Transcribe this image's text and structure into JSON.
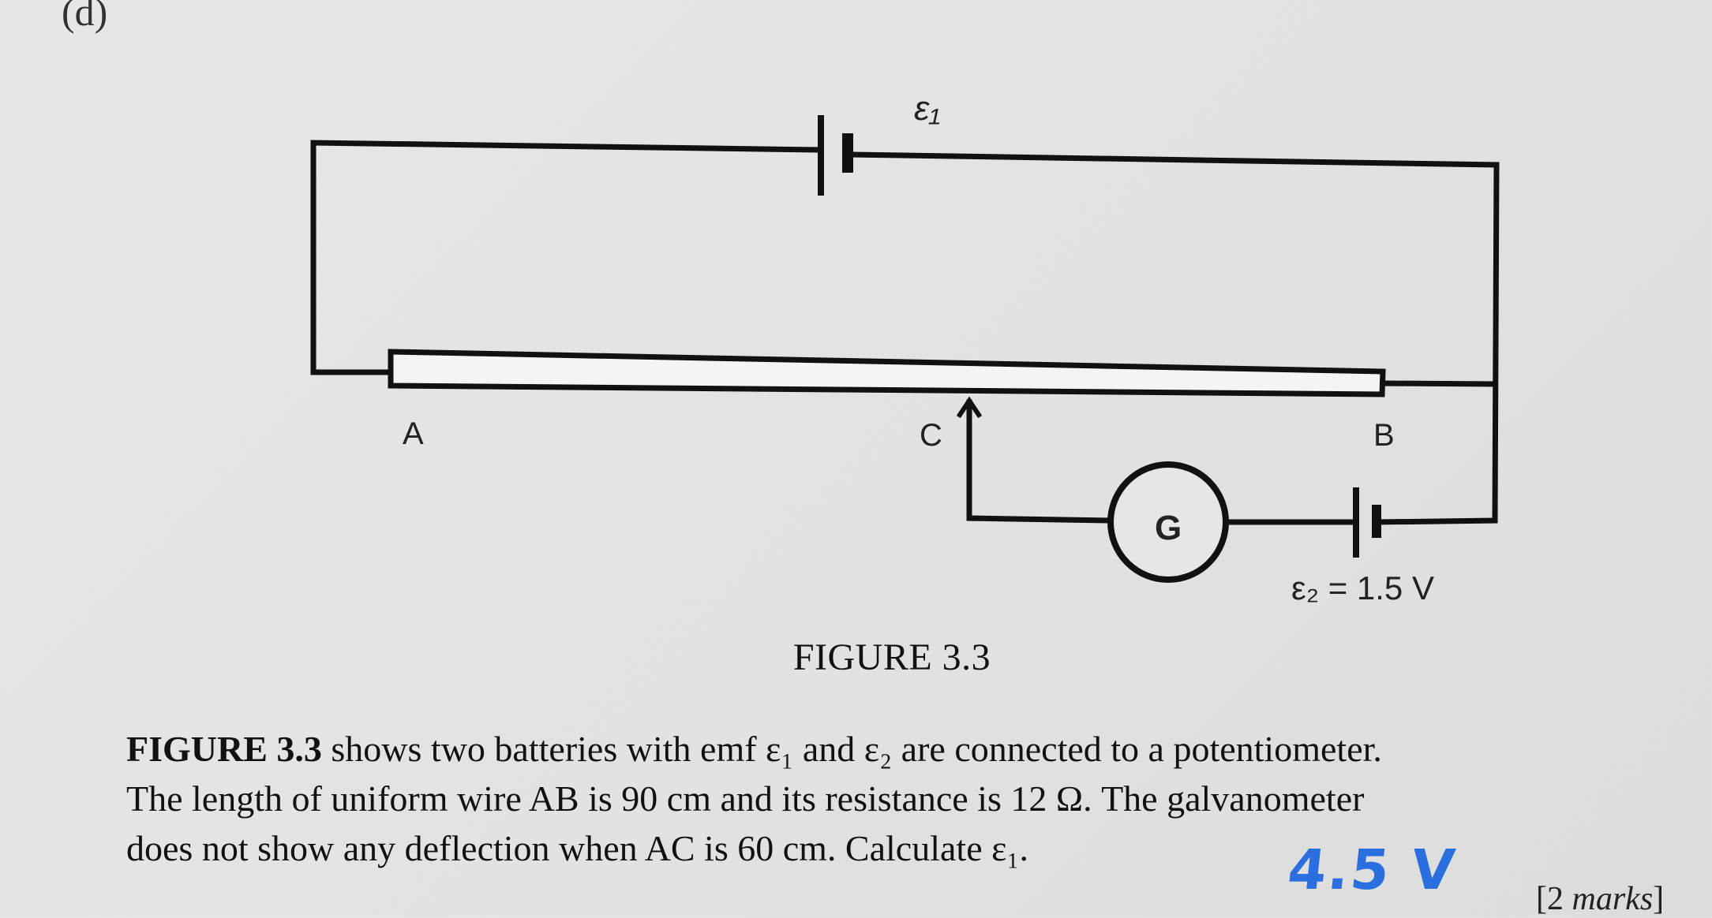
{
  "part_label": "(d)",
  "circuit": {
    "emf1_label": "ε₁",
    "point_a": "A",
    "point_b": "B",
    "point_c": "C",
    "galvanometer": "G",
    "emf2_label": "ε₂ = 1.5 V"
  },
  "figure_caption": "FIGURE 3.3",
  "question": {
    "lead_bold": "FIGURE 3.3",
    "line1_rest": " shows two batteries with emf ε₁ and ε₂ are connected to a potentiometer.",
    "line2": "The length of uniform wire AB is 90 cm and its resistance is 12 Ω. The galvanometer",
    "line3": "does not show any deflection when AC is 60 cm. Calculate ε₁."
  },
  "handwritten_answer": "4.5 V",
  "marks": {
    "open": "[2 ",
    "word": "marks",
    "close": "]"
  }
}
